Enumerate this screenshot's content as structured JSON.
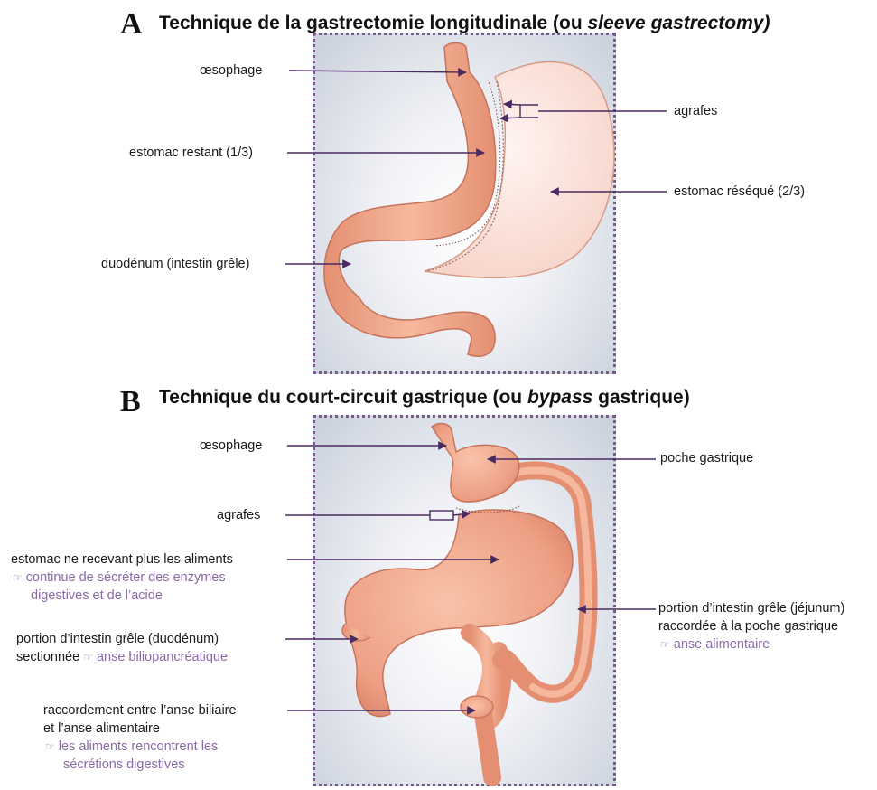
{
  "panel_a": {
    "letter": "A",
    "title_main": "Technique de la gastrectomie longitudinale (ou ",
    "title_italic": "sleeve gastrectomy)",
    "labels": {
      "oesophage": "œsophage",
      "estomac_restant": "estomac restant (1/3)",
      "duodenum": "duodénum (intestin grêle)",
      "agrafes": "agrafes",
      "estomac_reseque": "estomac réséqué (2/3)"
    }
  },
  "panel_b": {
    "letter": "B",
    "title_main": "Technique du court-circuit gastrique (ou ",
    "title_italic": "bypass",
    "title_end": " gastrique)",
    "labels": {
      "oesophage": "œsophage",
      "agrafes": "agrafes",
      "estomac_line": "estomac ne recevant plus les aliments",
      "estomac_note1": "continue de sécréter des enzymes",
      "estomac_note2": "digestives et de l’acide",
      "duodenum_line1": "portion d’intestin grêle (duodénum)",
      "duodenum_line2": "sectionnée",
      "duodenum_note": "anse biliopancréatique",
      "raccord_line1": "raccordement entre l’anse biliaire",
      "raccord_line2": "et l’anse alimentaire",
      "raccord_note1": "les aliments rencontrent les",
      "raccord_note2": "sécrétions digestives",
      "poche": "poche gastrique",
      "jejunum_line1": "portion d’intestin grêle (jéjunum)",
      "jejunum_line2": "raccordée à la poche gastrique",
      "jejunum_note": "anse alimentaire"
    }
  },
  "icons": {
    "pointer": "pointing-hand-icon"
  },
  "colors": {
    "arrow": "#4a2a60",
    "tissue": "#f2a98a",
    "tissue_dark": "#d9826a",
    "resected": "#fbe3dc",
    "frame": "#7a5a8a"
  }
}
